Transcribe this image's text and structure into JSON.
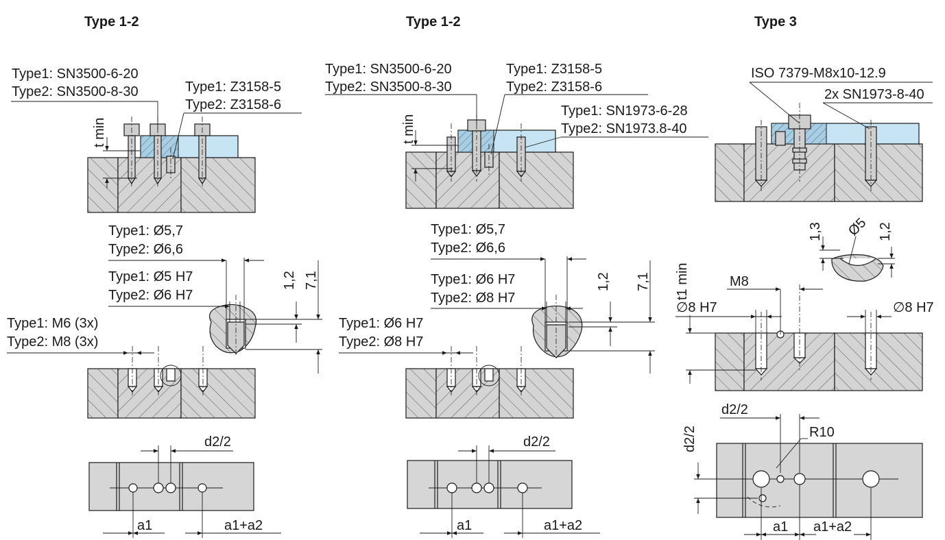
{
  "headings": {
    "left": "Type 1-2",
    "middle": "Type 1-2",
    "right": "Type 3"
  },
  "left_view": {
    "screw_type1": "Type1: SN3500-6-20",
    "screw_type2": "Type2: SN3500-8-30",
    "pin_type1": "Type1: Z3158-5",
    "pin_type2": "Type2: Z3158-6",
    "t_min": "t min",
    "bore_type1": "Type1: Ø5,7",
    "bore_type2": "Type2: Ø6,6",
    "fit_type1": "Type1: Ø5 H7",
    "fit_type2": "Type2: Ø6 H7",
    "dim_1_2": "1,2",
    "dim_7_1": "7,1",
    "thread_type1": "Type1: M6 (3x)",
    "thread_type2": "Type2: M8 (3x)",
    "d2_half": "d2/2",
    "a1": "a1",
    "a1_a2": "a1+a2"
  },
  "middle_view": {
    "screw_type1": "Type1: SN3500-6-20",
    "screw_type2": "Type2: SN3500-8-30",
    "pin_type1": "Type1: Z3158-5",
    "pin_type2": "Type2: Z3158-6",
    "dowel_type1": "Type1: SN1973-6-28",
    "dowel_type2": "Type2: SN1973.8-40",
    "t_min": "t min",
    "bore_type1": "Type1: Ø5,7",
    "bore_type2": "Type2: Ø6,6",
    "fit_type1": "Type1: Ø6 H7",
    "fit_type2": "Type2: Ø8 H7",
    "dim_1_2": "1,2",
    "dim_7_1": "7,1",
    "hole_type1": "Type1: Ø6 H7",
    "hole_type2": "Type2: Ø8 H7",
    "d2_half": "d2/2",
    "a1": "a1",
    "a1_a2": "a1+a2"
  },
  "right_view": {
    "set_screw": "ISO 7379-M8x10-12.9",
    "dowels": "2x SN1973-8-40",
    "dim_1_3": "1,3",
    "dia_5": "Ø5",
    "dim_1_2": "1,2",
    "t1_min": "t1 min",
    "m8": "M8",
    "fit_left": "∅8 H7",
    "fit_right": "∅8 H7",
    "d2_half_h": "d2/2",
    "d2_half_v": "d2/2",
    "r10": "R10",
    "a1": "a1",
    "a1_a2": "a1+a2"
  },
  "colors": {
    "line": "#1a1a1a",
    "hatch": "#555555",
    "body_fill": "#d4d4d4",
    "clamp_plate": "#c6e4f3",
    "part_fill": "#cfcfcf"
  }
}
